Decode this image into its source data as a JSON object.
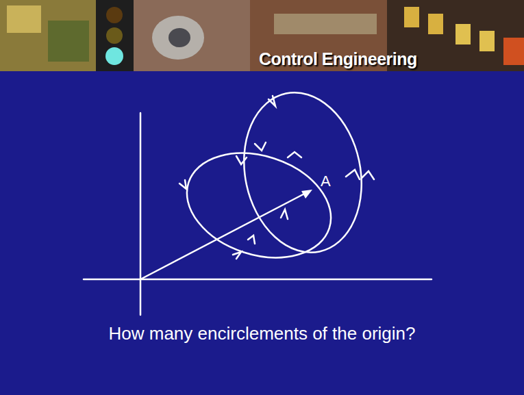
{
  "diagram": {
    "caption": "How many encirclements of the origin?",
    "labels": [
      "Control Engineering",
      "A"
    ]
  }
}
